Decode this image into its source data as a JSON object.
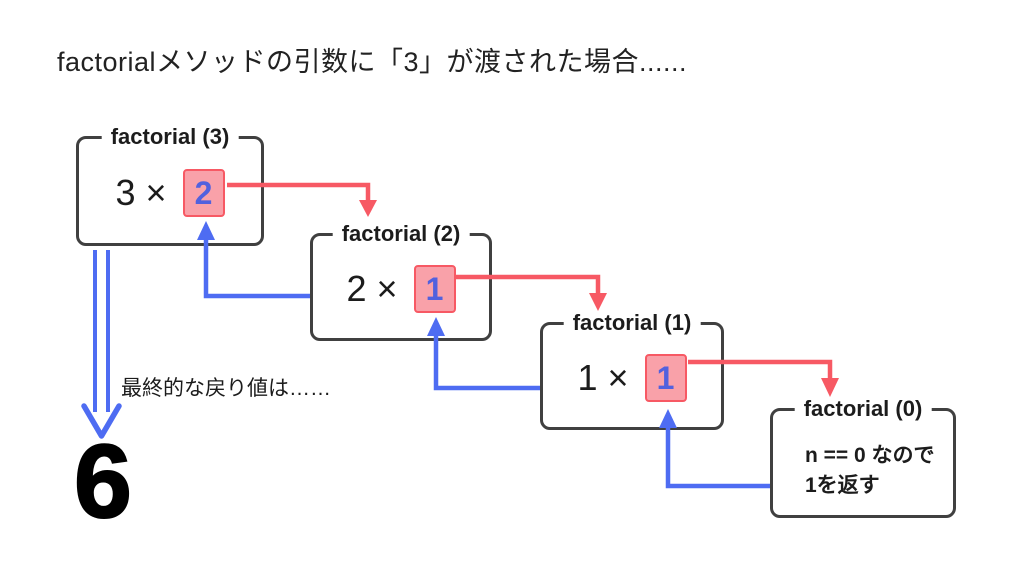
{
  "title": "factorialメソッドの引数に「3」が渡された場合......",
  "colors": {
    "arrow_red": "#f75964",
    "value_box_fill": "#f9a1a9",
    "arrow_blue": "#4e6cf2",
    "value_text_blue": "#5261de",
    "frame_border": "#404040",
    "text": "#1c1c1c"
  },
  "frames": [
    {
      "label": "factorial (3)",
      "expression": "3 ×",
      "returned_value": "2"
    },
    {
      "label": "factorial (2)",
      "expression": "2 ×",
      "returned_value": "1"
    },
    {
      "label": "factorial (1)",
      "expression": "1 ×",
      "returned_value": "1"
    },
    {
      "label": "factorial (0)",
      "body": {
        "line1": "n == 0 なので",
        "line2": "1を返す"
      }
    }
  ],
  "final_return_label": "最終的な戻り値は……",
  "final_return_value": "6"
}
